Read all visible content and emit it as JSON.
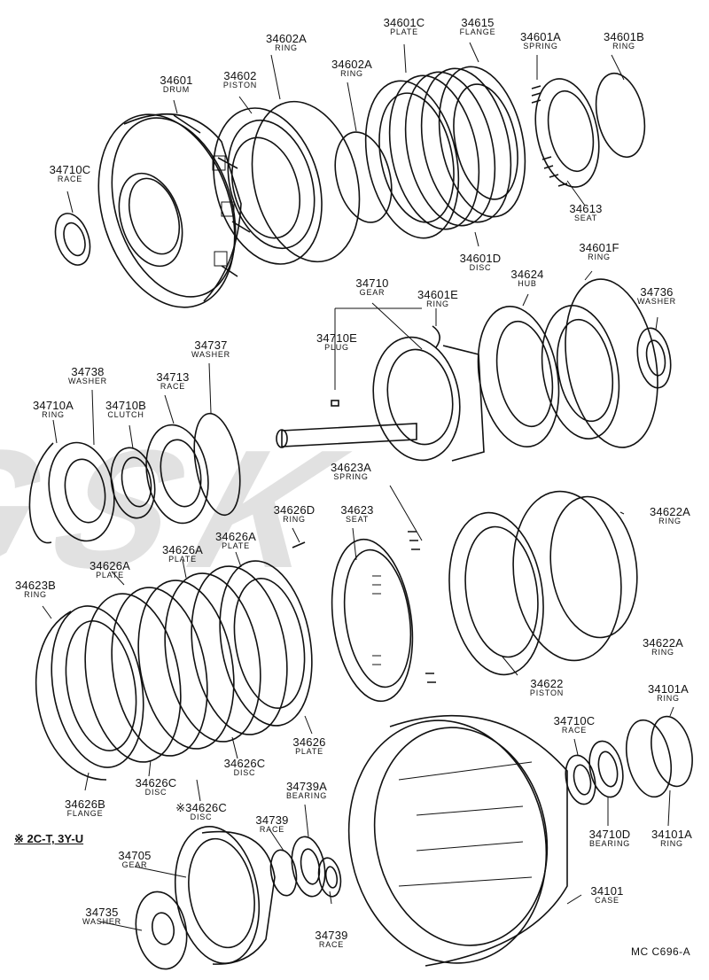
{
  "figure": {
    "watermark": "GSK",
    "note": "※ 2C-T, 3Y-U",
    "code": "MC  C696-A"
  },
  "labels": [
    {
      "id": "34601",
      "name": "DRUM"
    },
    {
      "id": "34602",
      "name": "PISTON"
    },
    {
      "id": "34602A",
      "name": "RING"
    },
    {
      "id": "34602A",
      "name": "RING"
    },
    {
      "id": "34601C",
      "name": "PLATE"
    },
    {
      "id": "34615",
      "name": "FLANGE"
    },
    {
      "id": "34601A",
      "name": "SPRING"
    },
    {
      "id": "34601B",
      "name": "RING"
    },
    {
      "id": "34710C",
      "name": "RACE"
    },
    {
      "id": "34613",
      "name": "SEAT"
    },
    {
      "id": "34601D",
      "name": "DISC"
    },
    {
      "id": "34601F",
      "name": "RING"
    },
    {
      "id": "34710",
      "name": "GEAR"
    },
    {
      "id": "34601E",
      "name": "RING"
    },
    {
      "id": "34624",
      "name": "HUB"
    },
    {
      "id": "34736",
      "name": "WASHER"
    },
    {
      "id": "34710E",
      "name": "PLUG"
    },
    {
      "id": "34737",
      "name": "WASHER"
    },
    {
      "id": "34738",
      "name": "WASHER"
    },
    {
      "id": "34713",
      "name": "RACE"
    },
    {
      "id": "34710A",
      "name": "RING"
    },
    {
      "id": "34710B",
      "name": "CLUTCH"
    },
    {
      "id": "34623A",
      "name": "SPRING"
    },
    {
      "id": "34622A",
      "name": "RING"
    },
    {
      "id": "34626D",
      "name": "RING"
    },
    {
      "id": "34623",
      "name": "SEAT"
    },
    {
      "id": "34626A",
      "name": "PLATE"
    },
    {
      "id": "34626A",
      "name": "PLATE"
    },
    {
      "id": "34626A",
      "name": "PLATE"
    },
    {
      "id": "34623B",
      "name": "RING"
    },
    {
      "id": "34622A",
      "name": "RING"
    },
    {
      "id": "34622",
      "name": "PISTON"
    },
    {
      "id": "34626",
      "name": "PLATE"
    },
    {
      "id": "34710C",
      "name": "RACE"
    },
    {
      "id": "34101A",
      "name": "RING"
    },
    {
      "id": "34626C",
      "name": "DISC"
    },
    {
      "id": "34626C",
      "name": "DISC"
    },
    {
      "id": "34626B",
      "name": "FLANGE"
    },
    {
      "id": "34626C",
      "name": "DISC",
      "mark": "※"
    },
    {
      "id": "34739A",
      "name": "BEARING"
    },
    {
      "id": "34739",
      "name": "RACE"
    },
    {
      "id": "34710D",
      "name": "BEARING"
    },
    {
      "id": "34101A",
      "name": "RING"
    },
    {
      "id": "34705",
      "name": "GEAR"
    },
    {
      "id": "34101",
      "name": "CASE"
    },
    {
      "id": "34735",
      "name": "WASHER"
    },
    {
      "id": "34739",
      "name": "RACE"
    }
  ]
}
